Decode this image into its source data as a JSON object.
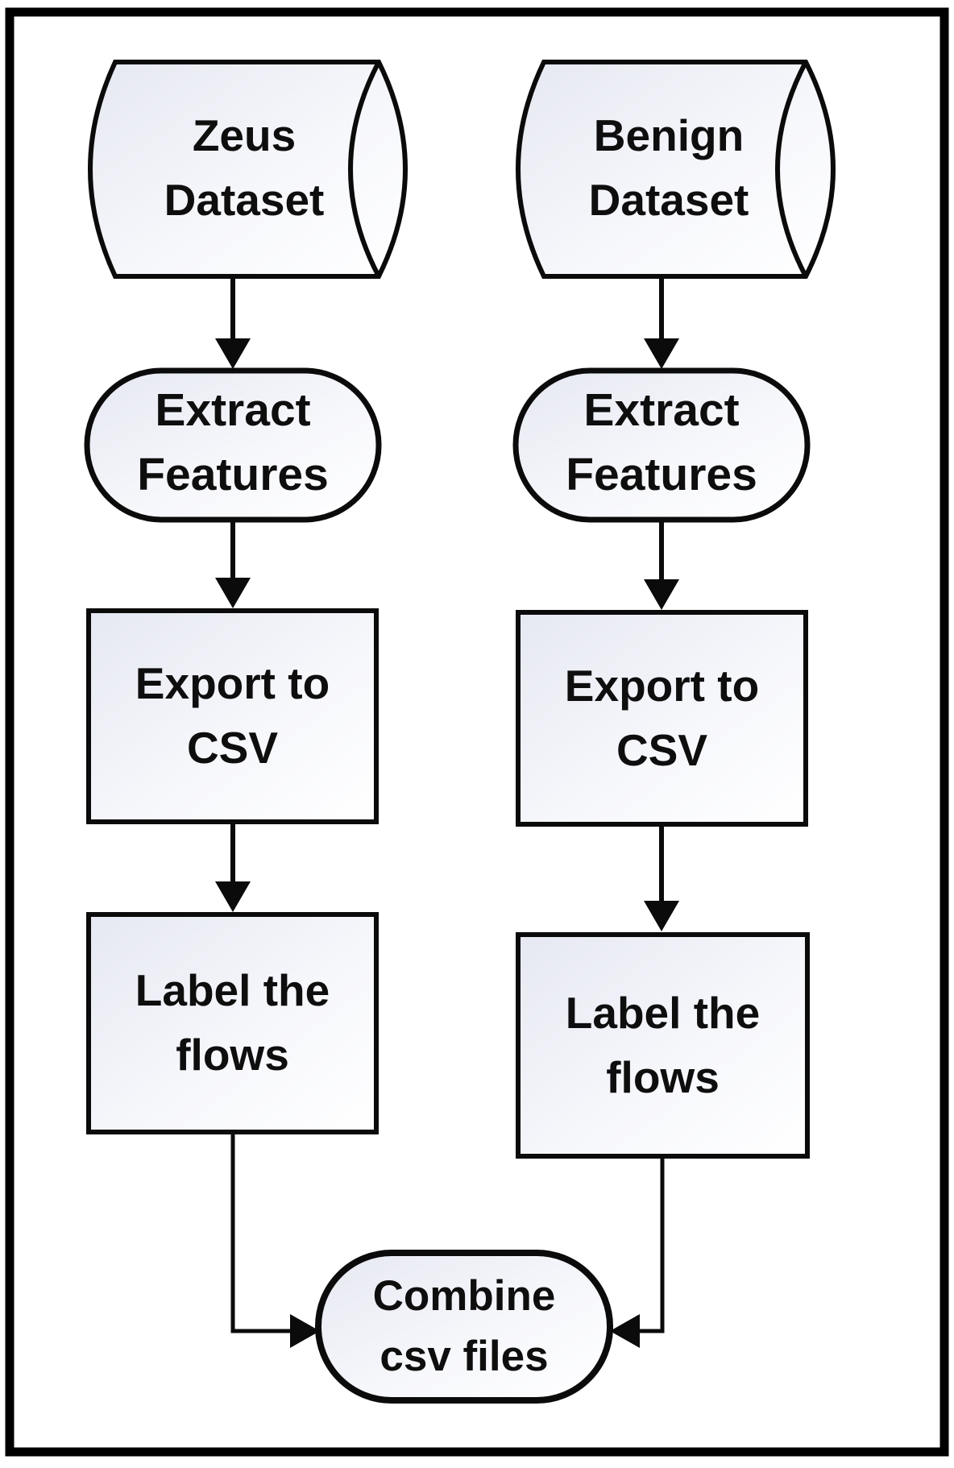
{
  "diagram": {
    "title": "Dataset preparation flowchart",
    "colors": {
      "background": "#ffffff",
      "frame_stroke": "#000000",
      "node_stroke": "#0b0b0b",
      "node_fill_top_left": "#e6e8f2",
      "node_fill_bottom_right": "#ffffff",
      "arrow_color": "#0b0b0b",
      "text_color": "#0e0e0e"
    },
    "nodes": {
      "zeus": {
        "label": "Zeus\nDataset",
        "shape": "cylinder"
      },
      "benign": {
        "label": "Benign\nDataset",
        "shape": "cylinder"
      },
      "extract_left": {
        "label": "Extract\nFeatures",
        "shape": "stadium"
      },
      "extract_right": {
        "label": "Extract\nFeatures",
        "shape": "stadium"
      },
      "export_left": {
        "label": "Export to\nCSV",
        "shape": "rectangle"
      },
      "export_right": {
        "label": "Export to\nCSV",
        "shape": "rectangle"
      },
      "label_left": {
        "label": "Label the\nflows",
        "shape": "rectangle"
      },
      "label_right": {
        "label": "Label the\nflows",
        "shape": "rectangle"
      },
      "combine": {
        "label": "Combine\ncsv files",
        "shape": "stadium"
      }
    },
    "edges": [
      "zeus -> extract_left",
      "extract_left -> export_left",
      "export_left -> label_left",
      "label_left -> combine",
      "benign -> extract_right",
      "extract_right -> export_right",
      "export_right -> label_right",
      "label_right -> combine"
    ]
  }
}
